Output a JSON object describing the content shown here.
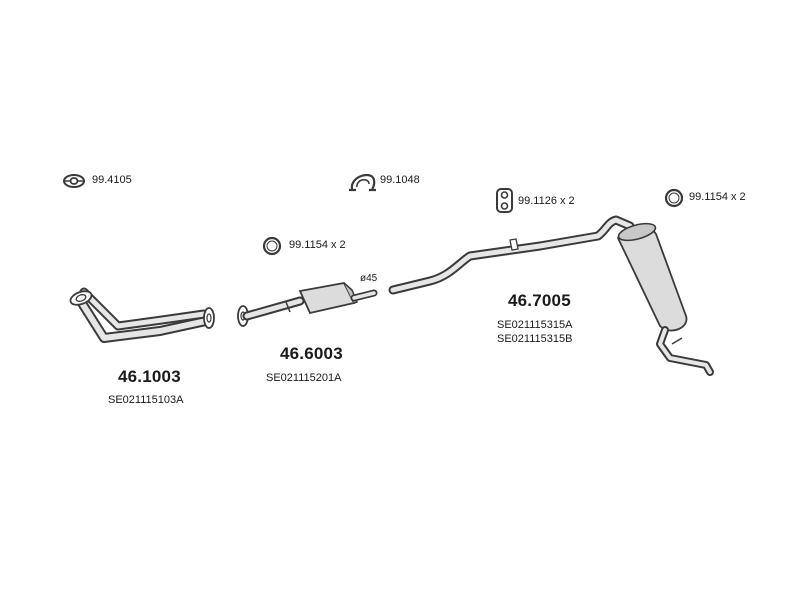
{
  "accessories": [
    {
      "code": "99.4105",
      "icon": "gasket-ring-icon"
    },
    {
      "code": "99.1048",
      "icon": "u-clamp-icon"
    },
    {
      "code": "99.1126 x 2",
      "icon": "rubber-hanger-icon"
    },
    {
      "code": "99.1154 x 2",
      "icon": "seal-ring-icon"
    },
    {
      "code": "99.1154 x 2",
      "icon": "seal-ring-icon"
    }
  ],
  "parts": [
    {
      "part_number": "46.1003",
      "oe_numbers": [
        "SE021115103A"
      ]
    },
    {
      "part_number": "46.6003",
      "oe_numbers": [
        "SE021115201A"
      ]
    },
    {
      "part_number": "46.7005",
      "oe_numbers": [
        "SE021115315A",
        "SE021115315B"
      ]
    }
  ],
  "dimension_label": "ø45",
  "colors": {
    "line": "#3a3a3a",
    "fill": "#dcdcdc",
    "text": "#1a1a1a"
  }
}
